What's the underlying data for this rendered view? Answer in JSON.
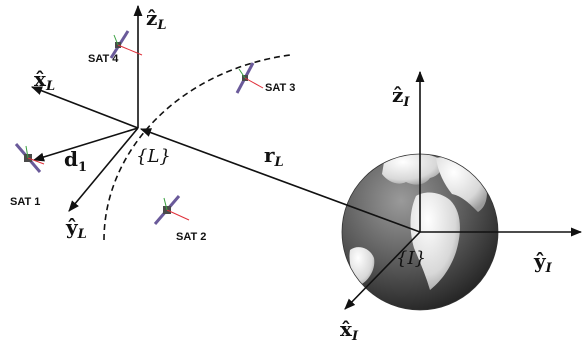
{
  "diagram": {
    "local_frame": {
      "x_label": "x̂",
      "x_sub": "L",
      "y_label": "ŷ",
      "y_sub": "L",
      "z_label": "ẑ",
      "z_sub": "L",
      "origin_label": "{L}"
    },
    "inertial_frame": {
      "x_label": "x̂",
      "x_sub": "I",
      "y_label": "ŷ",
      "y_sub": "I",
      "z_label": "ẑ",
      "z_sub": "I",
      "origin_label": "{I}"
    },
    "vectors": {
      "r_label": "r",
      "r_sub": "L",
      "d_label": "d",
      "d_sub": "1"
    },
    "satellites": [
      "SAT 1",
      "SAT 2",
      "SAT 3",
      "SAT 4"
    ],
    "colors": {
      "axis": "#111111",
      "sat_body": "#4a4a4a",
      "sat_panel": "#6a5a9a",
      "sat_red": "#e0303a",
      "sat_green": "#3aa040",
      "earth_ocean": "#5e5e5e",
      "earth_land": "#e8e8e8"
    }
  }
}
